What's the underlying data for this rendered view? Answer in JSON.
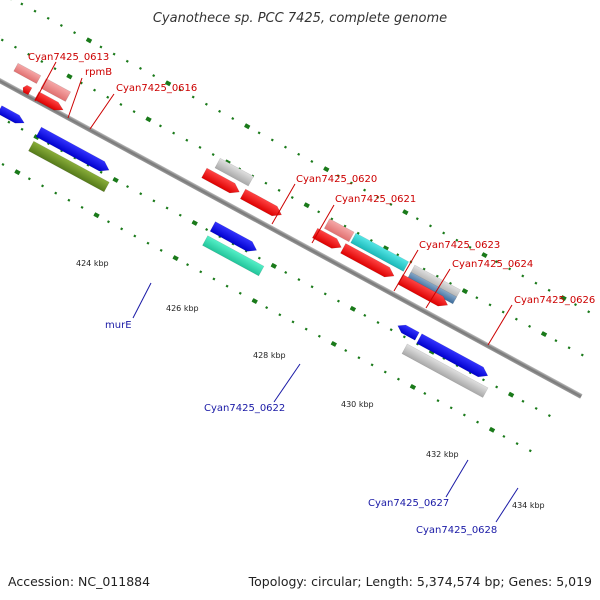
{
  "title": "Cyanothece sp. PCC 7425, complete genome",
  "footer": {
    "accession": "Accession: NC_011884",
    "summary": "Topology: circular; Length: 5,374,574 bp; Genes: 5,019"
  },
  "colors": {
    "gene_red": "#ee1111",
    "gene_pink": "#ee8888",
    "gene_grey": "#c4c4c4",
    "gene_blue": "#1111ee",
    "gene_olive": "#6b8e23",
    "gene_teal": "#22ccaa",
    "gene_cyan": "#22cccc",
    "gene_steel": "#4477aa",
    "backbone": "#888888",
    "dots": "#1a7a1a"
  },
  "ticks": [
    "424 kbp",
    "426 kbp",
    "428 kbp",
    "430 kbp",
    "432 kbp",
    "434 kbp"
  ],
  "labels_top": [
    "Cyan7425_0613",
    "rpmB",
    "Cyan7425_0616",
    "Cyan7425_0620",
    "Cyan7425_0621",
    "Cyan7425_0623",
    "Cyan7425_0624",
    "Cyan7425_0626"
  ],
  "labels_bottom": [
    "murE",
    "Cyan7425_0622",
    "Cyan7425_0627",
    "Cyan7425_0628"
  ]
}
